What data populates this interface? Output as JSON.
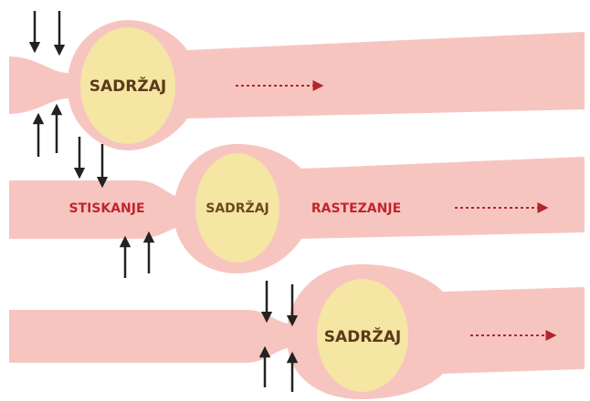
{
  "colors": {
    "tube": "#f7c5c0",
    "tube_edge": "#f0b3ad",
    "bolus": "#f5e6a3",
    "bolus_edge": "#ecd98c",
    "arrow": "#222222",
    "dashed_arrow": "#b0262a",
    "label_dark": "#5a3a1a",
    "label_red": "#c0262e"
  },
  "icons": {
    "pressure": "vertical-black-arrow",
    "movement": "dashed-red-arrow"
  },
  "rows": [
    {
      "content_label": "SADRŽAJ"
    },
    {
      "content_label": "SADRŽAJ",
      "left_label": "STISKANJE",
      "right_label": "RASTEZANJE"
    },
    {
      "content_label": "SADRŽAJ"
    }
  ]
}
